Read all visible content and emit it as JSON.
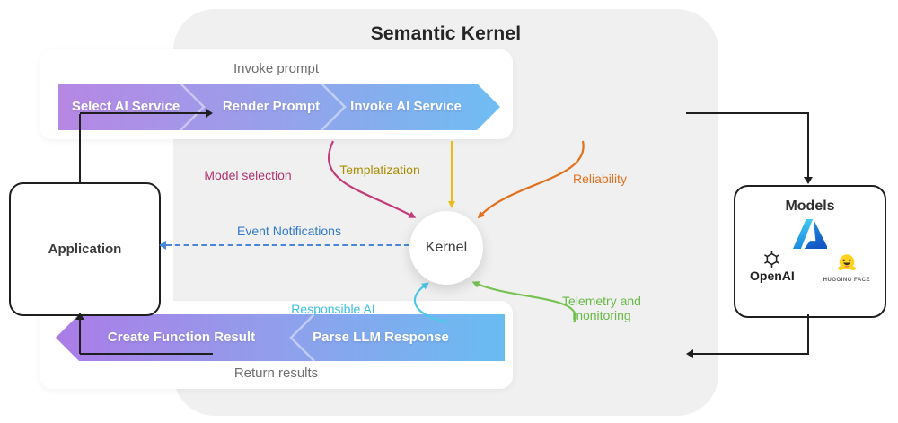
{
  "title": "Semantic Kernel",
  "invoke_prompt": {
    "label": "Invoke prompt",
    "steps": [
      "Select AI Service",
      "Render Prompt",
      "Invoke AI Service"
    ]
  },
  "return_results": {
    "label": "Return results",
    "steps": [
      "Create Function Result",
      "Parse LLM Response"
    ]
  },
  "kernel": {
    "label": "Kernel"
  },
  "application": {
    "label": "Application"
  },
  "models": {
    "label": "Models",
    "azure_icon": "azure-logo",
    "openai_icon": "openai-logo",
    "huggingface_icon": "hugging-face-logo",
    "openai_label": "OpenAI",
    "huggingface_label": "HUGGING FACE"
  },
  "annotations": {
    "model_selection": {
      "label": "Model selection",
      "color": "#b23370",
      "line_color": "#c53b79"
    },
    "templatization": {
      "label": "Templatization",
      "color": "#a68e00",
      "line_color": "#e8bd1a"
    },
    "reliability": {
      "label": "Reliability",
      "color": "#e2711d",
      "line_color": "#e2711d"
    },
    "event_notifications": {
      "label": "Event Notifications",
      "color": "#3277cd",
      "line_color": "#4a86d8"
    },
    "responsible_ai": {
      "label": "Responsible AI",
      "color": "#3cc0e0",
      "line_color": "#4cc8e6"
    },
    "telemetry": {
      "label": "Telemetry and monitoring",
      "color": "#69b945",
      "line_color": "#76c253"
    }
  },
  "colors": {
    "container_bg": "#f0f0f1",
    "chevron_gradient_start": "#b687e4",
    "chevron_gradient_mid": "#98a0ea",
    "chevron_gradient_end": "#6fbdf3",
    "connector": "#1f1f1f"
  }
}
